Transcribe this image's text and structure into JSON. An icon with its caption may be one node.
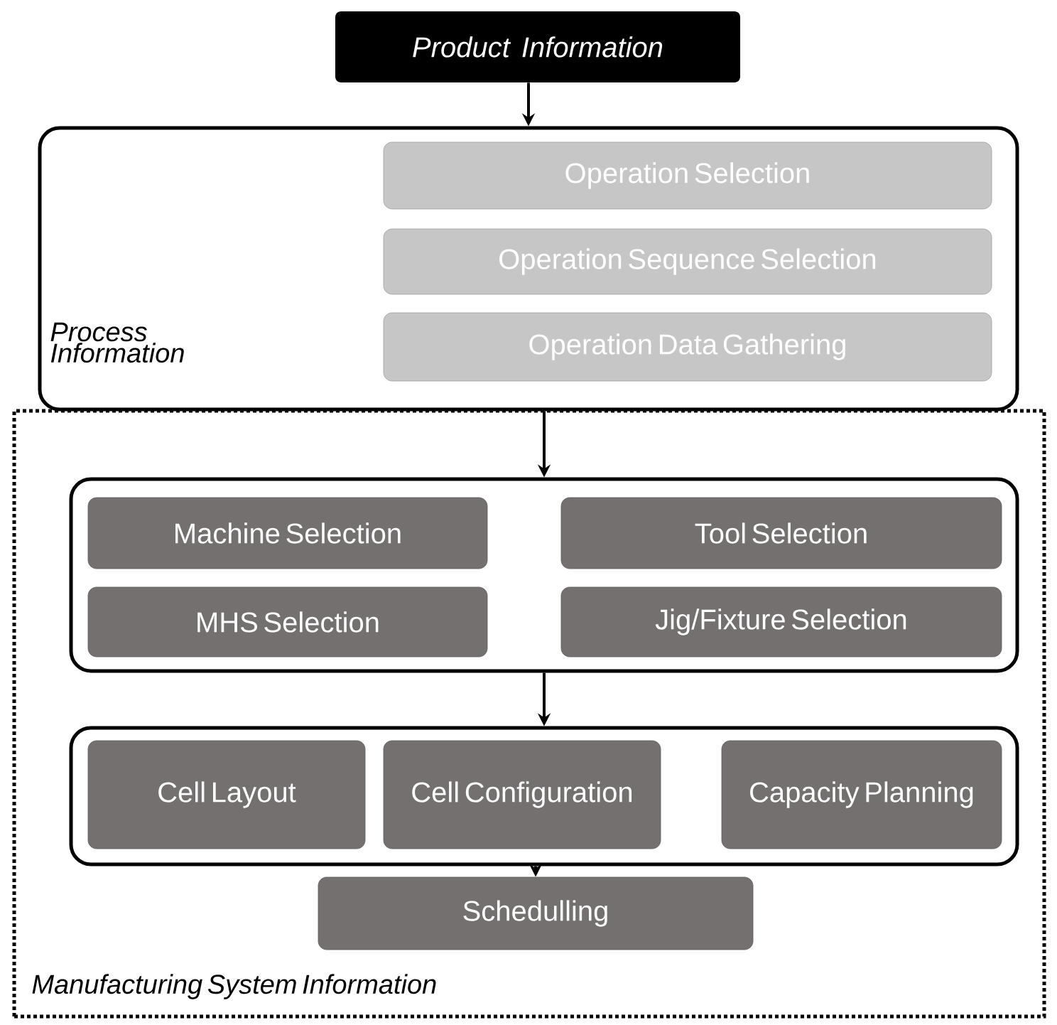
{
  "diagram": {
    "nodes": [
      {
        "text": [
          "Product Information"
        ]
      },
      {
        "text": [
          "Process Information"
        ]
      },
      {
        "text": [
          "Operation Selection"
        ],
        "in": 1
      },
      {
        "text": [
          "Operation Sequence Selection"
        ],
        "in": 1
      },
      {
        "text": [
          "Operation Data Gathering"
        ],
        "in": 1
      },
      {
        "text": [
          "Manufacturing System Information"
        ]
      },
      {
        "text": [],
        "shape": "box",
        "in": 5
      },
      {
        "text": [
          "Machine Selection"
        ],
        "in": 6
      },
      {
        "text": [
          "Tool Selection"
        ],
        "in": 6
      },
      {
        "text": [
          "MHS Selection"
        ],
        "in": 6
      },
      {
        "text": [
          "Jig/Fixture Selection"
        ],
        "in": 6
      },
      {
        "text": [],
        "shape": "box",
        "in": 5
      },
      {
        "text": [
          "Cell Layout"
        ],
        "in": 11
      },
      {
        "text": [
          "Cell Configuration"
        ],
        "in": 11
      },
      {
        "text": [
          "Capacity Planning"
        ],
        "in": 11
      },
      {
        "text": [
          "Schedulling"
        ],
        "in": 5
      }
    ],
    "edges": [
      {
        "from": 0,
        "to": 1,
        "arrow": "to"
      },
      {
        "from": 1,
        "to": 6,
        "arrow": "to"
      },
      {
        "from": 6,
        "to": 11,
        "arrow": "to"
      },
      {
        "from": 11,
        "to": 15,
        "arrow": "to"
      }
    ]
  }
}
